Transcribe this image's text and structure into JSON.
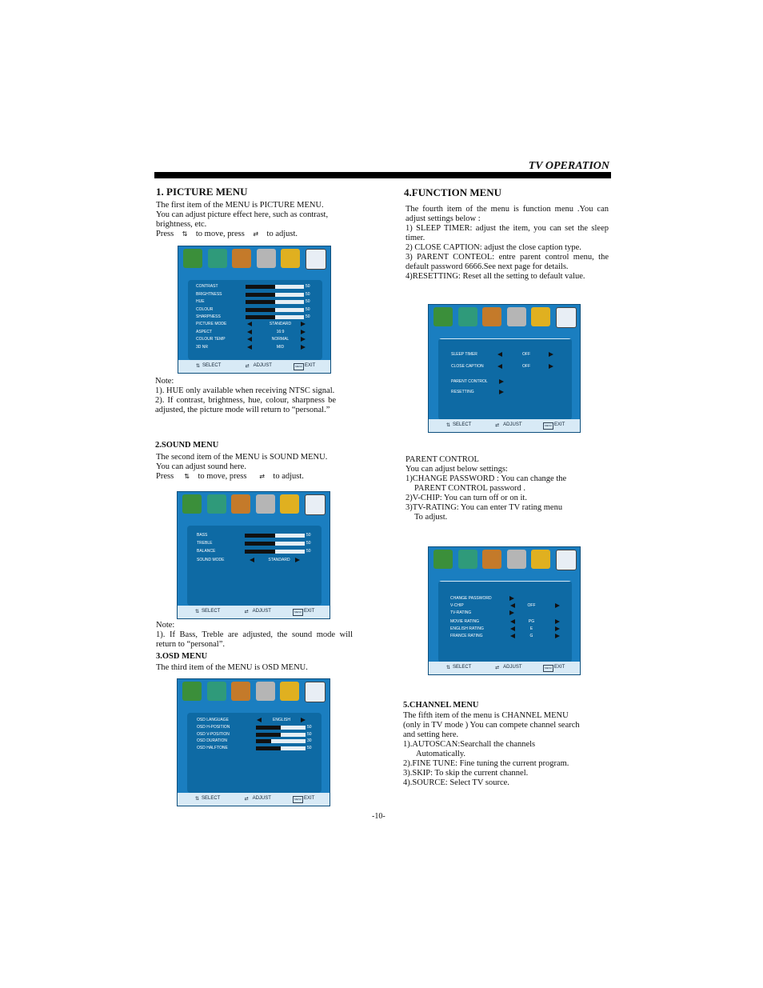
{
  "header": {
    "title": "TV OPERATION"
  },
  "left": {
    "picture": {
      "title": "1. PICTURE MENU",
      "intro1": "The first item of the MENU is PICTURE MENU.",
      "intro2": "You can adjust picture effect here, such as contrast,",
      "intro3": "brightness, etc.",
      "press_a": "Press",
      "press_b": "to move, press",
      "press_c": "to adjust.",
      "note_label": "Note:",
      "note1": "1). HUE only available when receiving NTSC signal.",
      "note2": "2).  If contrast, brightness, hue, colour, sharpness be adjusted, the picture mode  will return to “personal.”"
    },
    "sound": {
      "title": "2.SOUND MENU",
      "intro1": "The second item of the MENU is SOUND MENU.",
      "intro2": "You can adjust sound here.",
      "press_a": "Press",
      "press_b": "to move, press",
      "press_c": "to adjust.",
      "note_label": "Note:",
      "note1": "1). If Bass, Treble are adjusted, the sound mode will return to “personal”."
    },
    "osd": {
      "title": "3.OSD MENU",
      "intro": "The third  item of  the MENU is OSD MENU."
    }
  },
  "right": {
    "function": {
      "title": "4.FUNCTION MENU",
      "p1": "The fourth item of the menu is function menu .You can adjust settings below :",
      "p2": "1) SLEEP TIMER: adjust the item, you can set the sleep timer.",
      "p3": "2) CLOSE CAPTION: adjust the close caption type.",
      "p4": "3) PARENT CONTEOL: entre parent control menu, the default password 6666.See next page for details.",
      "p5": "4)RESETTING: Reset all the setting to default value."
    },
    "parent": {
      "title": "PARENT CONTROL",
      "l1": "You can adjust below settings:",
      "l2": "1)CHANGE  PASSWORD : You can change the",
      "l3": "PARENT CONTROL password .",
      "l4": "2)V-CHIP: You can turn off or on it.",
      "l5": "3)TV-RATING: You can enter TV rating menu",
      "l6": "To adjust."
    },
    "channel": {
      "title": "5.CHANNEL MENU",
      "l1": "The fifth item of the menu is CHANNEL MENU",
      "l2": "(only in TV mode ) You can compete channel search",
      "l3": "and setting here.",
      "l4": "1).AUTOSCAN:Searchall the channels",
      "l5": "Automatically.",
      "l6": "2).FINE TUNE: Fine tuning the current program.",
      "l7": "3).SKIP: To skip the current channel.",
      "l8": "4).SOURCE: Select TV source."
    }
  },
  "panels": {
    "footer": {
      "select": "SELECT",
      "adjust": "ADJUST",
      "menu": "MENU",
      "exit": "EXIT"
    },
    "picture": {
      "title": "PICTURE",
      "bars": [
        {
          "label": "CONTRAST",
          "value": 50
        },
        {
          "label": "BRIGHTNESS",
          "value": 50
        },
        {
          "label": "HUE",
          "value": 50
        },
        {
          "label": "COLOUR",
          "value": 50
        },
        {
          "label": "SHARPNESS",
          "value": 50
        }
      ],
      "opts": [
        {
          "label": "PICTURE MODE",
          "value": "STANDARD"
        },
        {
          "label": "ASPECT",
          "value": "16:9"
        },
        {
          "label": "COLOUR TEMP",
          "value": "NORMAL"
        },
        {
          "label": "3D NR",
          "value": "MID"
        }
      ]
    },
    "sound": {
      "title": "SOUND",
      "bars": [
        {
          "label": "BASS",
          "value": 50
        },
        {
          "label": "TREBLE",
          "value": 50
        },
        {
          "label": "BALANCE",
          "value": 50
        }
      ],
      "opts": [
        {
          "label": "SOUND MODE",
          "value": "STANDARD"
        }
      ]
    },
    "osd": {
      "title": "OSD",
      "opts": [
        {
          "label": "OSD  LANGUAGE",
          "value": "ENGLISH"
        }
      ],
      "bars": [
        {
          "label": "OSD  H-POSITION",
          "value": 50
        },
        {
          "label": "OSD  V-POSITION",
          "value": 50
        },
        {
          "label": "OSD  DURATION",
          "value": 30
        },
        {
          "label": "OSD  HALFTONE",
          "value": 50
        }
      ]
    },
    "function": {
      "title": "FUNCTION",
      "opts": [
        {
          "label": "SLEEP TIMER",
          "value": "OFF"
        },
        {
          "label": "CLOSE CAPTION",
          "value": "OFF"
        }
      ],
      "links": [
        "PARENT CONTROL",
        "RESETTING"
      ]
    },
    "parent": {
      "title": "FUNCTION",
      "links1": [
        "CHANGE  PASSWORD"
      ],
      "opt1": {
        "label": "V-CHIP",
        "value": "OFF"
      },
      "links2": [
        "TV-RATING"
      ],
      "opts2": [
        {
          "label": "MOVIE RATING",
          "value": "PG"
        },
        {
          "label": "ENGLISH  RATING",
          "value": "E"
        },
        {
          "label": "FRANCE RATING",
          "value": "G"
        }
      ]
    }
  },
  "page_number": "-10-"
}
